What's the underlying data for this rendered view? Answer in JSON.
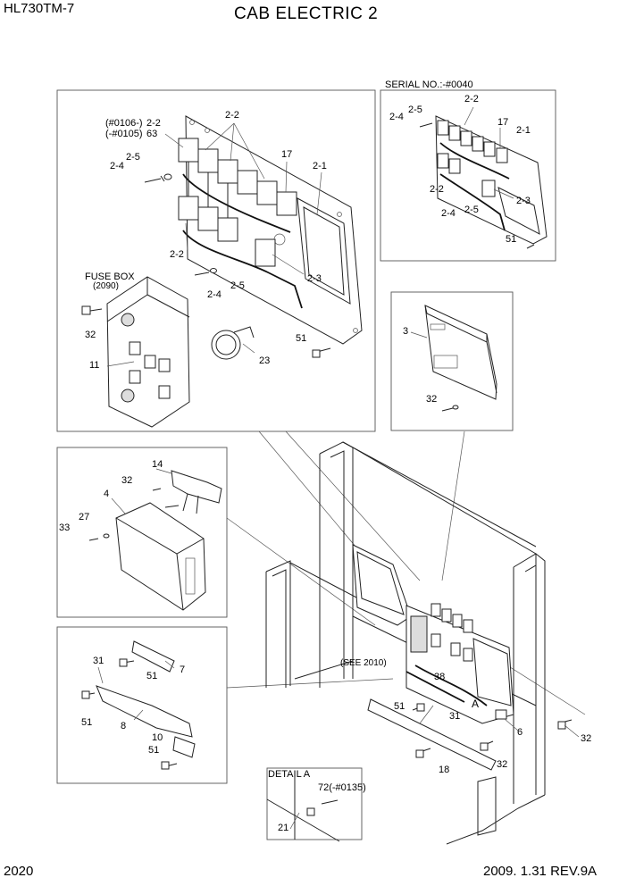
{
  "header": {
    "model": "HL730TM-7",
    "title": "CAB ELECTRIC 2"
  },
  "footer": {
    "page": "2020",
    "date_rev": "2009. 1.31  REV.9A"
  },
  "panels": {
    "main": {
      "labels": {
        "fusebox": "FUSE BOX",
        "fusebox_ref": "(2090)",
        "serial1": "(#0106-)",
        "serial2": "(-#0105)"
      }
    },
    "serial": {
      "title": "SERIAL NO.:-#0040"
    },
    "detail": {
      "title": "DETAIL A",
      "note": "72(-#0135)"
    },
    "see": {
      "text": "(SEE 2010)"
    }
  },
  "callouts": {
    "c_22a": "2-2",
    "c_63": "63",
    "c_25a": "2-5",
    "c_24a": "2-4",
    "c_22b": "2-2",
    "c_17a": "17",
    "c_21a": "2-1",
    "c_22c": "2-2",
    "c_24b": "2-4",
    "c_25b": "2-5",
    "c_23a": "2-3",
    "c_32a": "32",
    "c_11": "11",
    "c_23": "23",
    "c_51a": "51",
    "s_25": "2-5",
    "s_24": "2-4",
    "s_22a": "2-2",
    "s_17": "17",
    "s_21": "2-1",
    "s_22b": "2-2",
    "s_24b": "2-4",
    "s_25b": "2-5",
    "s_23": "2-3",
    "s_51": "51",
    "r_3": "3",
    "r_32": "32",
    "l_14": "14",
    "l_32": "32",
    "l_4": "4",
    "l_27": "27",
    "l_33": "33",
    "b_31a": "31",
    "b_7": "7",
    "b_51a": "51",
    "b_51b": "51",
    "b_8": "8",
    "b_10": "10",
    "b_51c": "51",
    "m_38": "38",
    "m_A": "A",
    "m_51": "51",
    "m_31": "31",
    "m_6": "6",
    "m_32a": "32",
    "m_32b": "32",
    "m_18": "18",
    "d_21": "21"
  }
}
